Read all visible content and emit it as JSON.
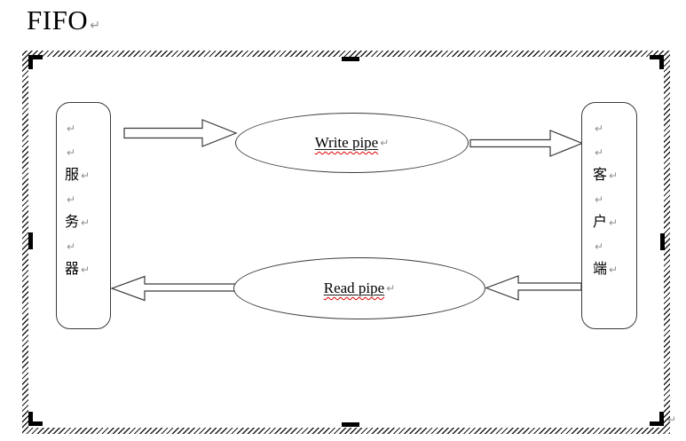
{
  "title": {
    "text": "FIFO",
    "return_mark": "↵"
  },
  "marks": {
    "return": "↵"
  },
  "colors": {
    "shape_stroke": "#3a3a3a",
    "handle_black": "#000000",
    "return_gray": "#8f8f8f",
    "spellcheck_red": "#e00000",
    "background": "#ffffff"
  },
  "diagram": {
    "server_box": {
      "label": "服务器",
      "lines": [
        {
          "char": "",
          "ret": "↵"
        },
        {
          "char": "",
          "ret": "↵"
        },
        {
          "char": "服",
          "ret": "↵"
        },
        {
          "char": "",
          "ret": "↵"
        },
        {
          "char": "务",
          "ret": "↵"
        },
        {
          "char": "",
          "ret": "↵"
        },
        {
          "char": "器",
          "ret": "↵"
        }
      ]
    },
    "client_box": {
      "label": "客户端",
      "lines": [
        {
          "char": "",
          "ret": "↵"
        },
        {
          "char": "",
          "ret": "↵"
        },
        {
          "char": "客",
          "ret": "↵"
        },
        {
          "char": "",
          "ret": "↵"
        },
        {
          "char": "户",
          "ret": "↵"
        },
        {
          "char": "",
          "ret": "↵"
        },
        {
          "char": "端",
          "ret": "↵"
        }
      ]
    },
    "write_pipe": {
      "label": "Write pipe",
      "ret": "↵"
    },
    "read_pipe": {
      "label": "Read pipe",
      "ret": "↵"
    }
  }
}
